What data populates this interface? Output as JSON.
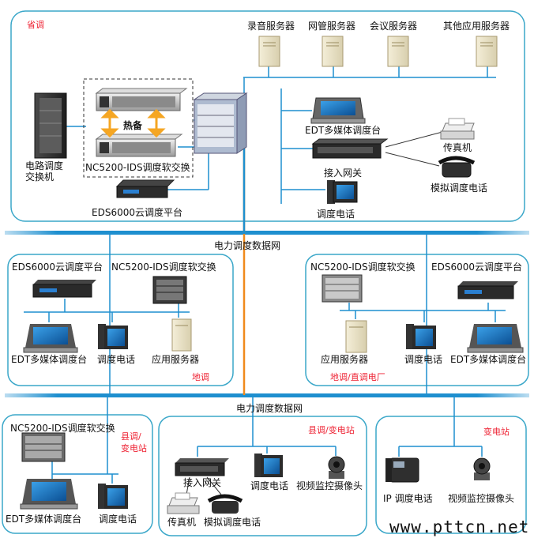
{
  "colors": {
    "frame": "#3aa7c9",
    "bus": "#1e8fcf",
    "backbone": "#f08a1c",
    "red_label": "#e02030",
    "arrow": "#f5a623"
  },
  "province": {
    "title": "省调",
    "servers": [
      "录音服务器",
      "网管服务器",
      "会议服务器",
      "其他应用服务器"
    ],
    "edt": "EDT多媒体调度台",
    "fax": "传真机",
    "gateway": "接入网关",
    "analog_phone": "模拟调度电话",
    "phone": "调度电话",
    "hot_standby": "热备",
    "nc5200": "NC5200-IDS调度软交换",
    "circuit_switch": "电路调度\n交换机",
    "eds6000": "EDS6000云调度平台"
  },
  "network_1": "电力调度数据网",
  "network_2": "电力调度数据网",
  "regional": {
    "eds6000": "EDS6000云调度平台",
    "nc5200": "NC5200-IDS调度软交换",
    "edt": "EDT多媒体调度台",
    "phone": "调度电话",
    "app_server": "应用服务器",
    "tag": "地调"
  },
  "plant": {
    "nc5200": "NC5200-IDS调度软交换",
    "eds6000": "EDS6000云调度平台",
    "app_server": "应用服务器",
    "phone": "调度电话",
    "edt": "EDT多媒体调度台",
    "tag": "地调/直调电厂"
  },
  "county_a": {
    "nc5200": "NC5200-IDS调度软交换",
    "tag": "县调/\n变电站",
    "edt": "EDT多媒体调度台",
    "phone": "调度电话"
  },
  "county_b": {
    "tag": "县调/变电站",
    "gateway": "接入网关",
    "phone": "调度电话",
    "camera": "视频监控摄像头",
    "fax": "传真机",
    "analog_phone": "模拟调度电话"
  },
  "substation": {
    "tag": "变电站",
    "ip_phone": "IP 调度电话",
    "camera": "视频监控摄像头"
  },
  "watermark": "www.pttcn.net"
}
